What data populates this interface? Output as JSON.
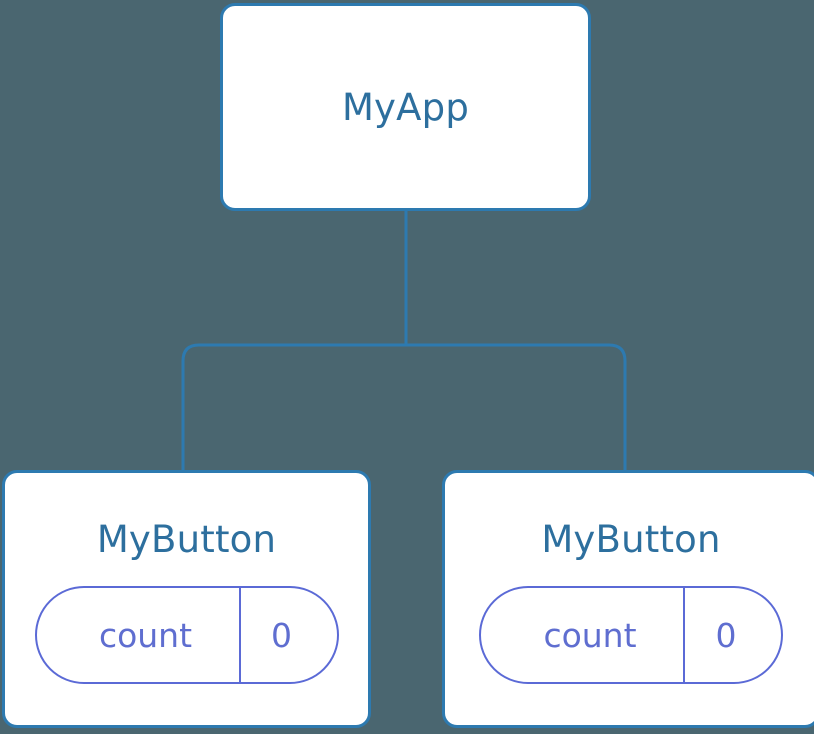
{
  "diagram": {
    "type": "component-tree",
    "background_color": "#4a6670",
    "node_border_color": "#2d7ab0",
    "node_title_color": "#2d6f9e",
    "state_accent_color": "#5b6ad6",
    "connector_color": "#2d7ab0"
  },
  "root": {
    "title": "MyApp"
  },
  "children": [
    {
      "title": "MyButton",
      "state": {
        "key": "count",
        "value": "0"
      }
    },
    {
      "title": "MyButton",
      "state": {
        "key": "count",
        "value": "0"
      }
    }
  ]
}
